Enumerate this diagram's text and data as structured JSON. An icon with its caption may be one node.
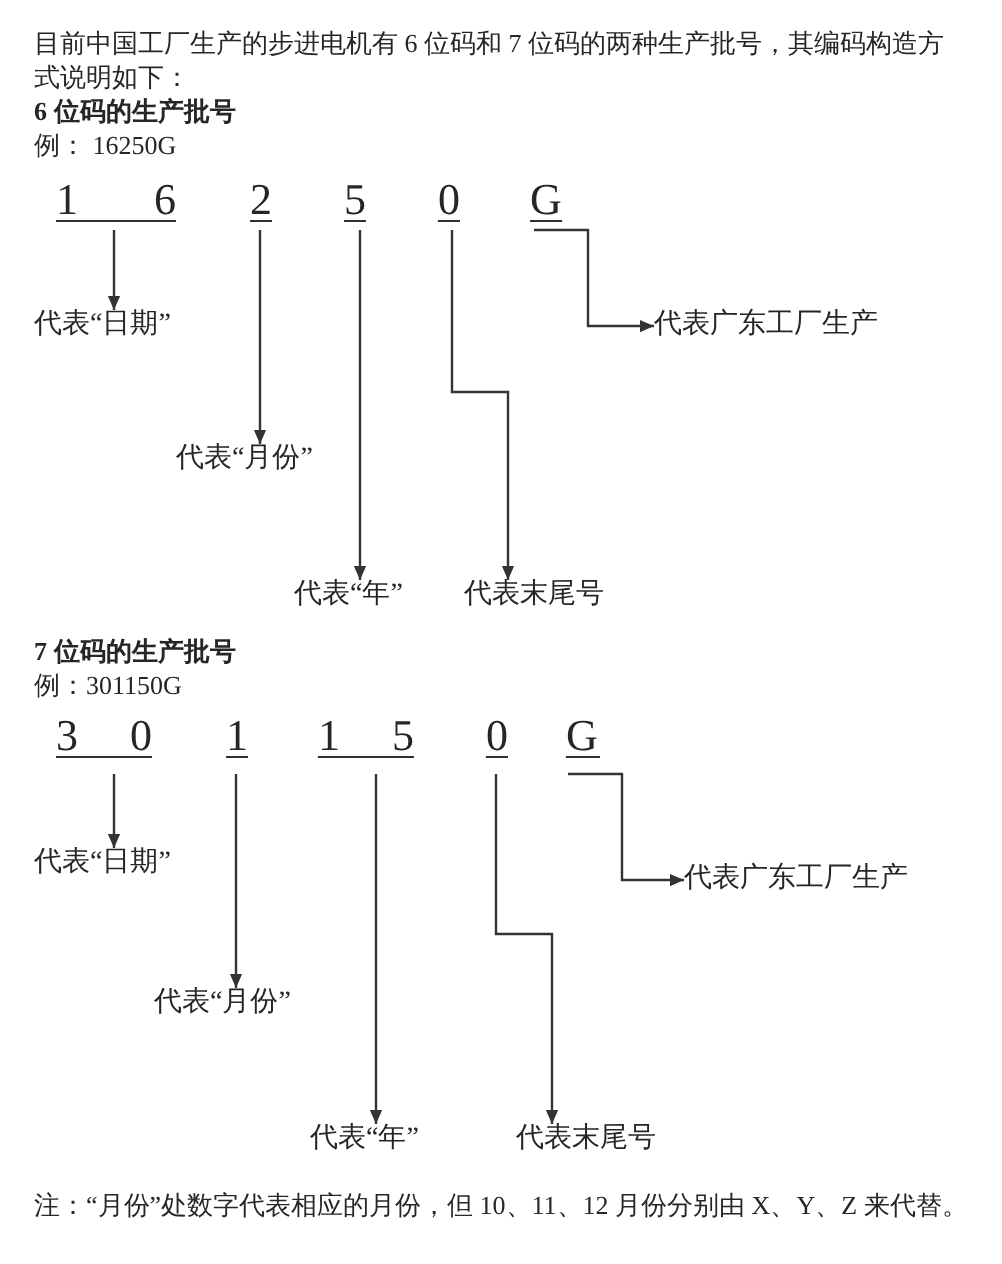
{
  "diagram": {
    "nodes": [
      {
        "text": [
          "1 6"
        ]
      },
      {
        "text": [
          "2"
        ]
      },
      {
        "text": [
          "5"
        ]
      },
      {
        "text": [
          "0"
        ]
      },
      {
        "text": [
          "G"
        ]
      },
      {
        "text": [
          "代表“日期”"
        ]
      },
      {
        "text": [
          "代表广东工厂生产"
        ]
      },
      {
        "text": [
          "代表“月份”"
        ]
      },
      {
        "text": [
          "代表“年”"
        ]
      },
      {
        "text": [
          "代表末尾号"
        ]
      },
      {
        "text": [
          "3 0"
        ]
      },
      {
        "text": [
          "1"
        ]
      },
      {
        "text": [
          "1 5"
        ]
      },
      {
        "text": [
          "0"
        ]
      },
      {
        "text": [
          "G"
        ]
      },
      {
        "text": [
          "代表“日期”"
        ]
      },
      {
        "text": [
          "代表广东工厂生产"
        ]
      },
      {
        "text": [
          "代表“月份”"
        ]
      },
      {
        "text": [
          "代表“年”"
        ]
      },
      {
        "text": [
          "代表末尾号"
        ]
      }
    ],
    "edges": [
      {
        "from": 0,
        "to": 5,
        "arrow": "to"
      },
      {
        "from": 1,
        "to": 7,
        "arrow": "to"
      },
      {
        "from": 2,
        "to": 8,
        "arrow": "to"
      },
      {
        "from": 3,
        "to": 9,
        "arrow": "to"
      },
      {
        "from": 4,
        "to": 6,
        "arrow": "to"
      },
      {
        "from": 10,
        "to": 15,
        "arrow": "to"
      },
      {
        "from": 11,
        "to": 17,
        "arrow": "to"
      },
      {
        "from": 12,
        "to": 18,
        "arrow": "to"
      },
      {
        "from": 13,
        "to": 19,
        "arrow": "to"
      },
      {
        "from": 14,
        "to": 16,
        "arrow": "to"
      }
    ],
    "labels": [
      "目前中国工厂生产的步进电机有 6 位码和 7 位码的两种生产批号，其编码构造方式说明如下：",
      "6 位码的生产批号",
      "例： 16250G",
      "7 位码的生产批号",
      "例：301150G",
      "注：“月份”处数字代表相应的月份，但 10、11、12 月份分别由 X、Y、Z 来代替。"
    ]
  }
}
